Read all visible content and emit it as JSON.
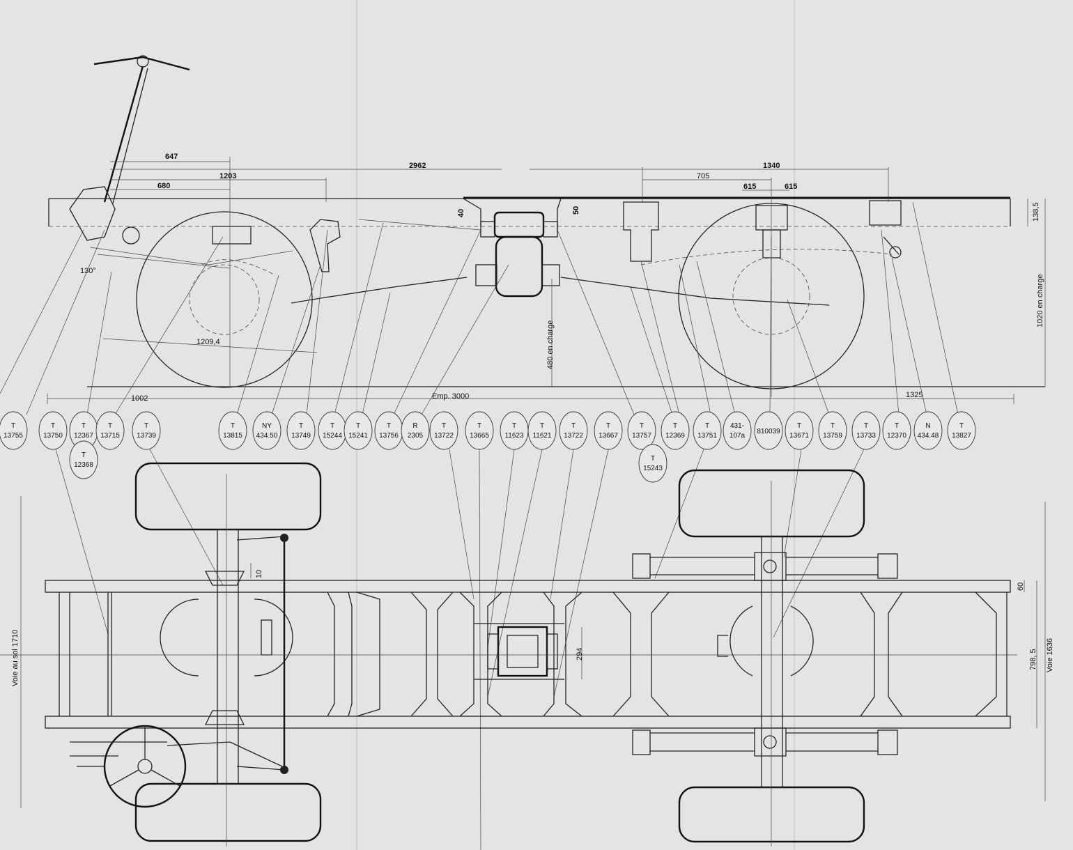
{
  "side_view": {
    "dimensions": {
      "d647": "647",
      "d2962": "2962",
      "d1203": "1203",
      "d680": "680",
      "d705": "705",
      "d1340": "1340",
      "d615a": "615",
      "d615b": "615",
      "d40": "40",
      "d50": "50",
      "d138": "138,5",
      "d1020": "1020 en charge",
      "d480": "480 en charge",
      "d1209": "1209,4",
      "d130": "130°",
      "d1002": "1002",
      "emp": "Emp. 3000",
      "d1325": "1325"
    }
  },
  "callouts": [
    {
      "p": "T",
      "n": "13755"
    },
    {
      "p": "T",
      "n": "13750"
    },
    {
      "p": "T",
      "n": "12367"
    },
    {
      "p": "T",
      "n": "13715"
    },
    {
      "p": "T",
      "n": "13739"
    },
    {
      "p": "T",
      "n": "13815"
    },
    {
      "p": "NY",
      "n": "434.50"
    },
    {
      "p": "T",
      "n": "13749"
    },
    {
      "p": "T",
      "n": "15244"
    },
    {
      "p": "T",
      "n": "15241"
    },
    {
      "p": "T",
      "n": "13756"
    },
    {
      "p": "R",
      "n": "2305"
    },
    {
      "p": "T",
      "n": "13722"
    },
    {
      "p": "T",
      "n": "13665"
    },
    {
      "p": "T",
      "n": "11623"
    },
    {
      "p": "T",
      "n": "11621"
    },
    {
      "p": "T",
      "n": "13722"
    },
    {
      "p": "T",
      "n": "13667"
    },
    {
      "p": "T",
      "n": "13757"
    },
    {
      "p": "T",
      "n": "12369"
    },
    {
      "p": "T",
      "n": "13751"
    },
    {
      "p": "431-",
      "n": "107a"
    },
    {
      "p": "",
      "n": "810039"
    },
    {
      "p": "T",
      "n": "13671"
    },
    {
      "p": "T",
      "n": "13759"
    },
    {
      "p": "T",
      "n": "13733"
    },
    {
      "p": "T",
      "n": "12370"
    },
    {
      "p": "N",
      "n": "434.48"
    },
    {
      "p": "T",
      "n": "13827"
    }
  ],
  "callouts_second_row": [
    {
      "p": "T",
      "n": "12368"
    },
    {
      "p": "T",
      "n": "15243"
    }
  ],
  "plan_view": {
    "dimensions": {
      "d10": "10",
      "d294": "294",
      "d60": "60",
      "d798": "798, 5",
      "voie": "Voie 1636",
      "voie_sol": "Voie au sol 1710"
    }
  }
}
